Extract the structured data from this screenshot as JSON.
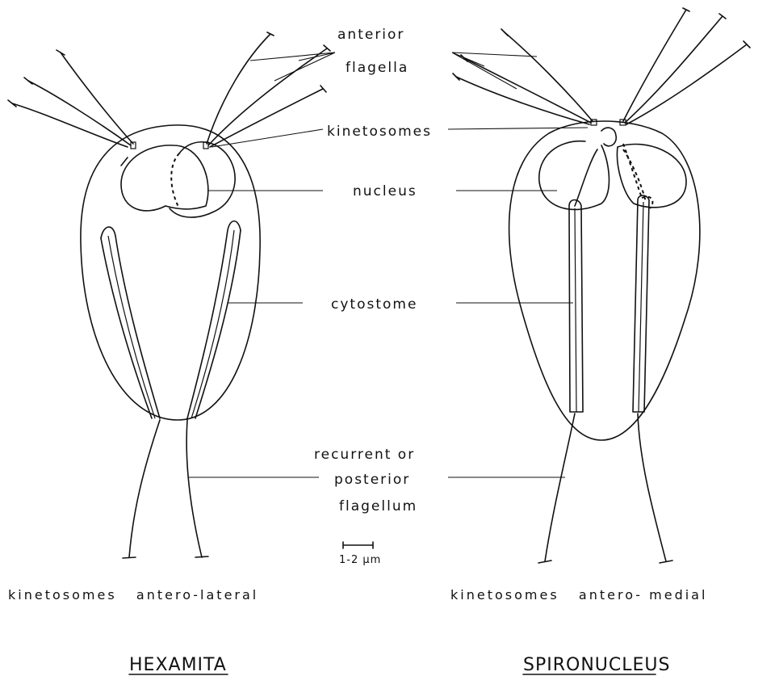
{
  "labels": {
    "anterior_flagella_1": "anterior",
    "anterior_flagella_2": "flagella",
    "kinetosomes": "kinetosomes",
    "nucleus": "nucleus",
    "cytostome": "cytostome",
    "recurrent_1": "recurrent or",
    "recurrent_2": "posterior",
    "recurrent_3": "flagellum"
  },
  "scale_bar": "1-2 μm",
  "hexamita": {
    "caption": "kinetosomes   antero-lateral",
    "name": "HEXAMITA"
  },
  "spironucleus": {
    "caption": "kinetosomes   antero- medial",
    "name": "SPIRONUCLEUS"
  }
}
